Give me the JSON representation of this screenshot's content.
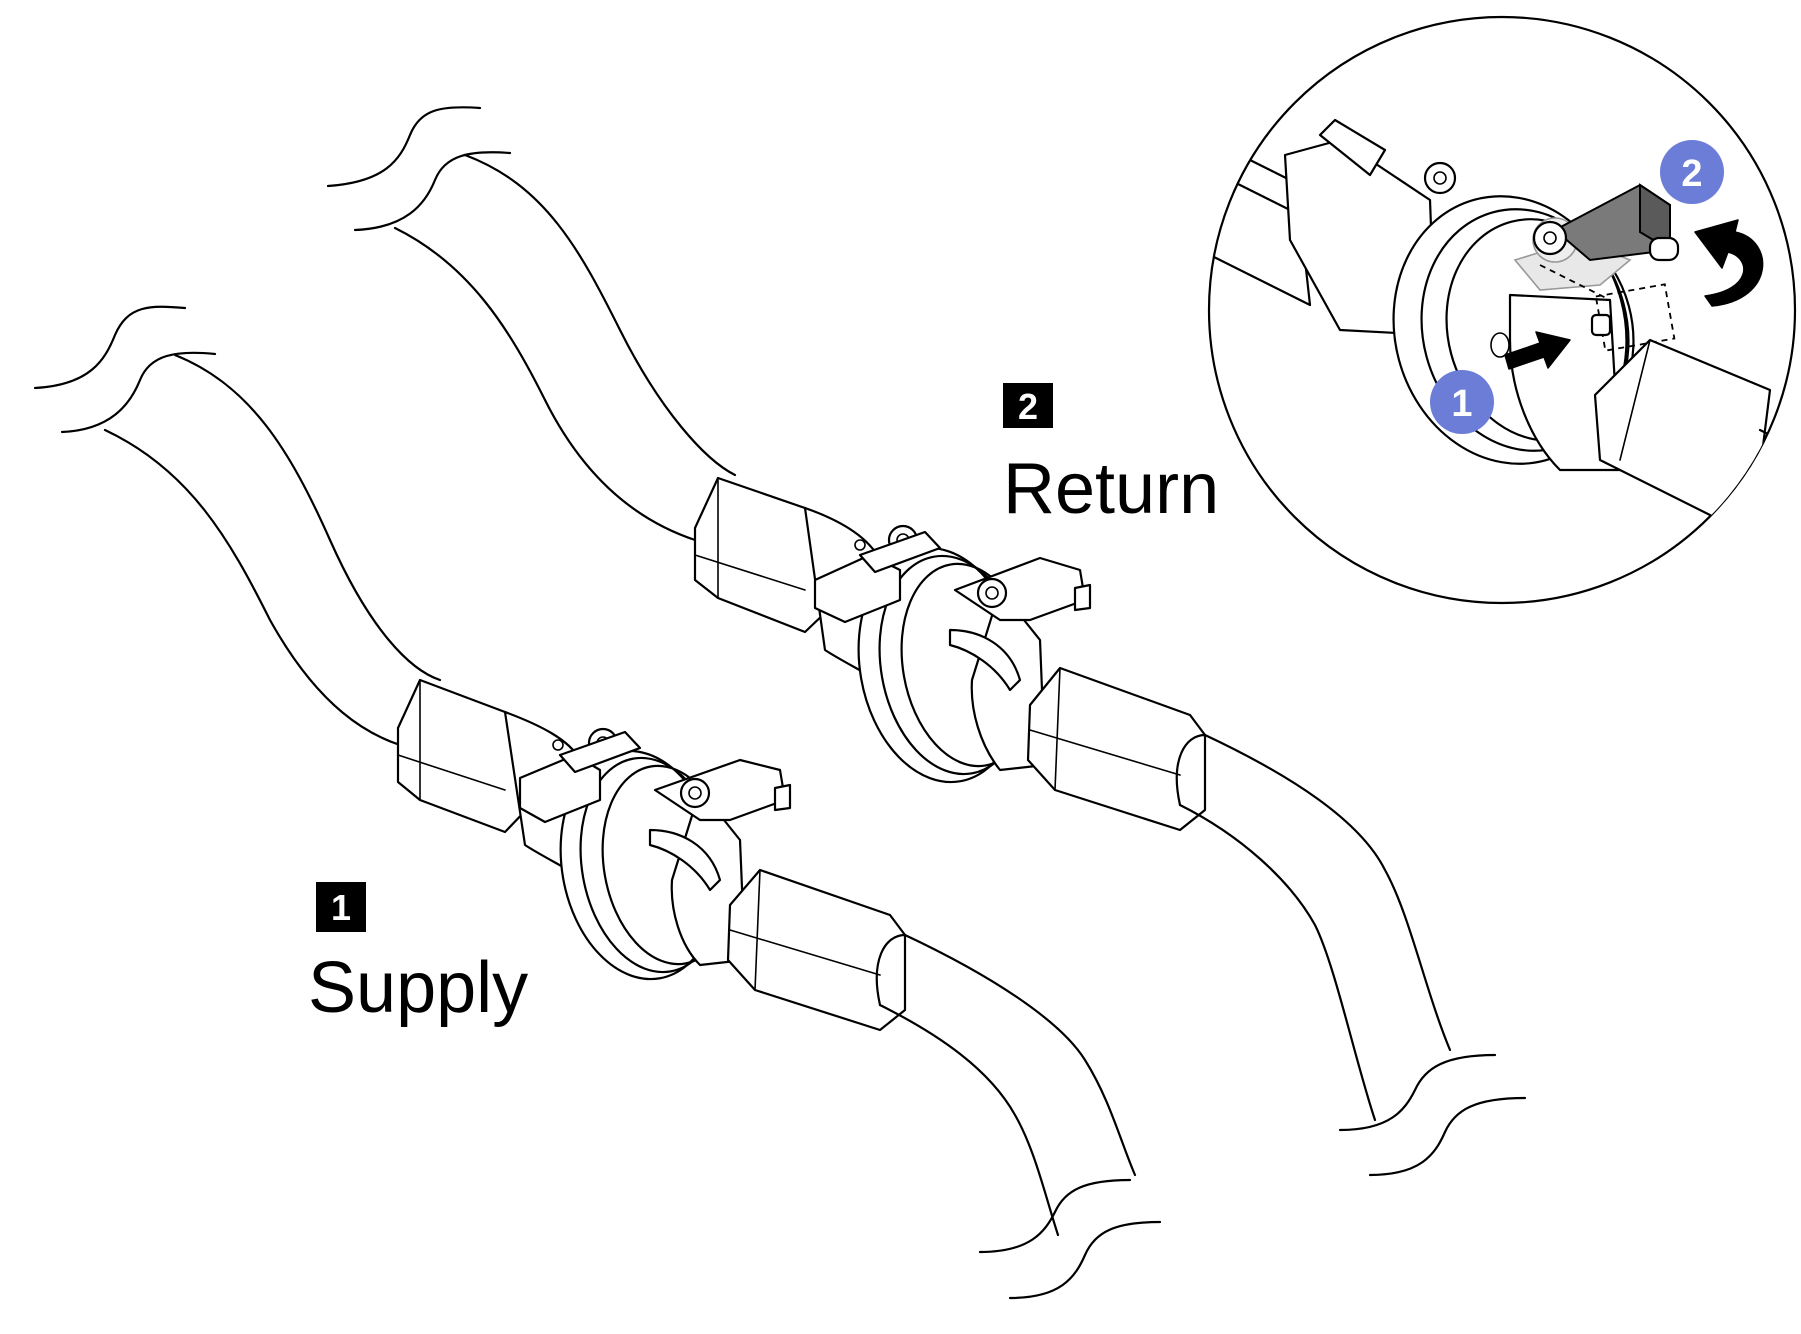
{
  "labels": {
    "supply": {
      "number": "1",
      "text": "Supply"
    },
    "return": {
      "number": "2",
      "text": "Return"
    }
  },
  "callout": {
    "steps": [
      {
        "number": "1",
        "action": "press-latch"
      },
      {
        "number": "2",
        "action": "rotate-handle"
      }
    ],
    "step_color": "#6b7dd6"
  },
  "icons": {
    "step1_arrow": "arrow-right-icon",
    "step2_arrow": "curved-rotate-arrow-icon"
  },
  "colors": {
    "line": "#000000",
    "background": "#ffffff",
    "badge": "#000000",
    "handle_fill": "#7a7a7a"
  }
}
